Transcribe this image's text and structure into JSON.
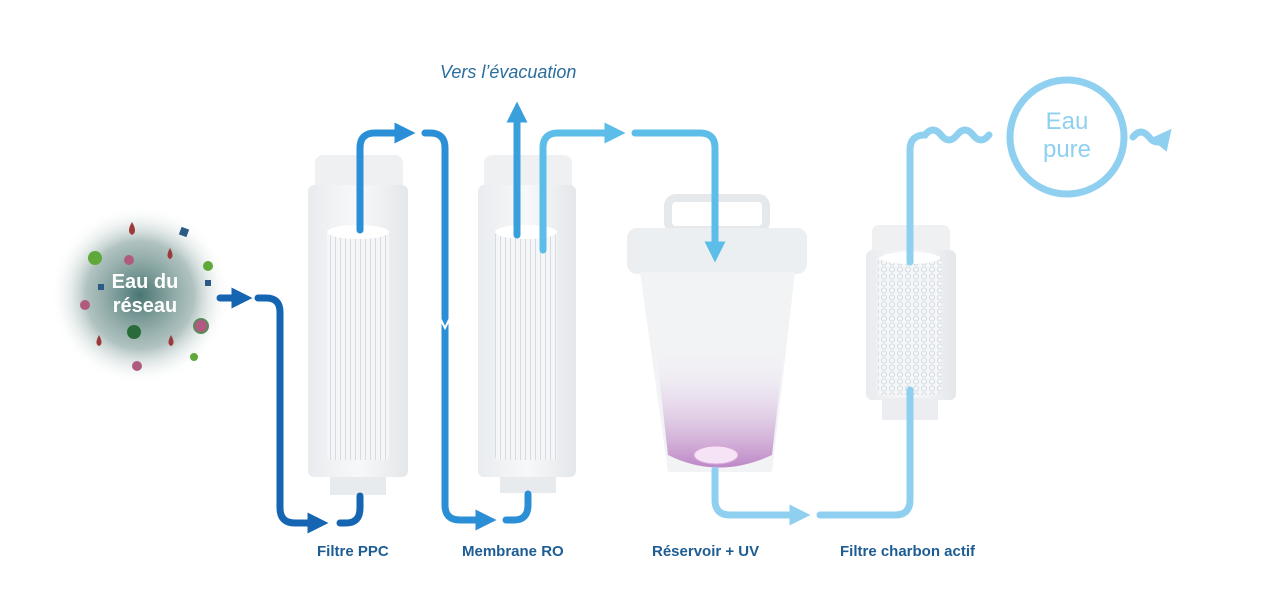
{
  "title": "Osmose inverse - étapes de filtration",
  "source_label": [
    "Eau du",
    "réseau"
  ],
  "drain_label": "Vers l’évacuation",
  "output_label": [
    "Eau",
    "pure"
  ],
  "stages": [
    {
      "label": "Filtre PPC"
    },
    {
      "label": "Membrane RO"
    },
    {
      "label": "Réservoir + UV"
    },
    {
      "label": "Filtre charbon actif"
    }
  ],
  "colors": {
    "dark": "#1565b3",
    "mid": "#2a8fd6",
    "light": "#5bbde8",
    "lightest": "#8fd0f0",
    "label": "#1d5d93",
    "uv": "#b77bc0"
  }
}
